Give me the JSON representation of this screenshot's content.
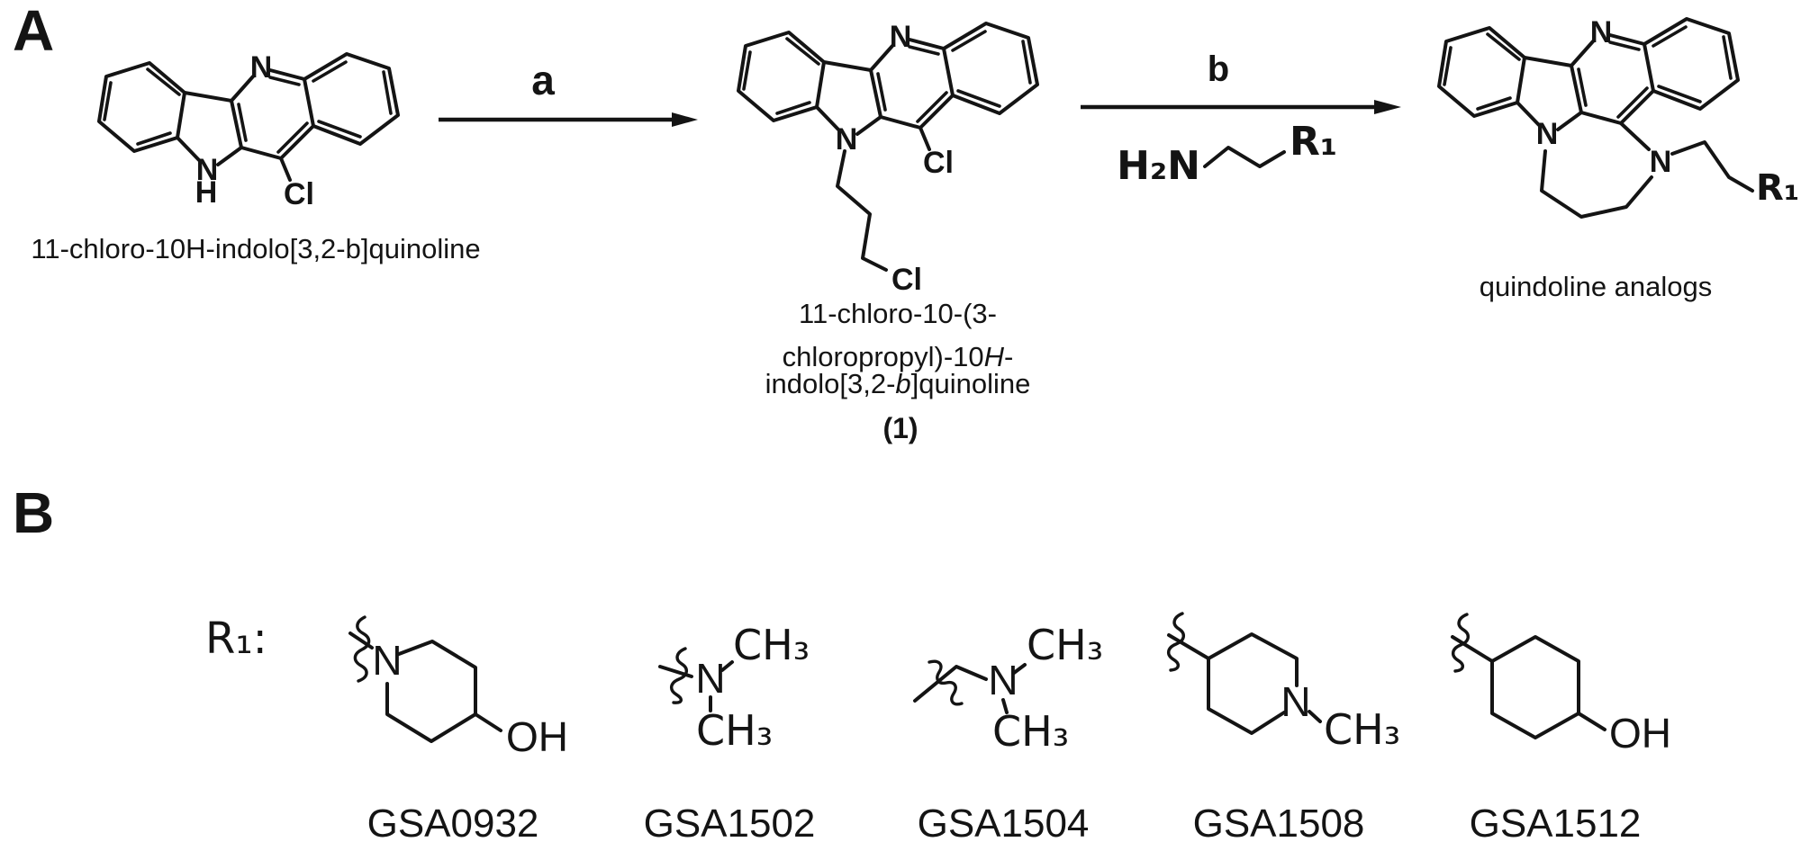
{
  "panel_a": {
    "label": "A",
    "reactant": {
      "name": "11-chloro-10H-indolo[3,2-b]quinoline",
      "atoms": {
        "n_quinoline": "N",
        "n_indole": "N",
        "h_indole": "H",
        "cl": "Cl"
      }
    },
    "step_a": {
      "label": "a"
    },
    "intermediate": {
      "name_line1": "11-chloro-10-(3-",
      "name_line2_pre": "chloropropyl)-10",
      "name_line2_italic": "H",
      "name_line2_post": "-",
      "name_line3_pre": "indolo[3,2-",
      "name_line3_italic": "b",
      "name_line3_post": "]quinoline",
      "compound_number": "(1)",
      "atoms": {
        "n_quinoline": "N",
        "n_indole": "N",
        "cl_ring": "Cl",
        "cl_chain": "Cl"
      }
    },
    "step_b": {
      "label": "b",
      "reagent_amine": "H₂N",
      "reagent_r1": "R₁"
    },
    "product": {
      "name": "quindoline analogs",
      "atoms": {
        "n_quinoline": "N",
        "n_indole": "N",
        "n_amine": "N",
        "r1": "R₁"
      }
    }
  },
  "panel_b": {
    "label": "B",
    "r1_heading": "R₁:",
    "substituents": [
      {
        "code": "GSA0932",
        "atoms": {
          "n": "N",
          "oh": "OH"
        }
      },
      {
        "code": "GSA1502",
        "atoms": {
          "n": "N",
          "ch3_top": "CH₃",
          "ch3_bottom": "CH₃"
        }
      },
      {
        "code": "GSA1504",
        "atoms": {
          "n": "N",
          "ch3_top": "CH₃",
          "ch3_bottom": "CH₃"
        }
      },
      {
        "code": "GSA1508",
        "atoms": {
          "n": "N",
          "ch3": "CH₃"
        }
      },
      {
        "code": "GSA1512",
        "atoms": {
          "oh": "OH"
        }
      }
    ]
  }
}
